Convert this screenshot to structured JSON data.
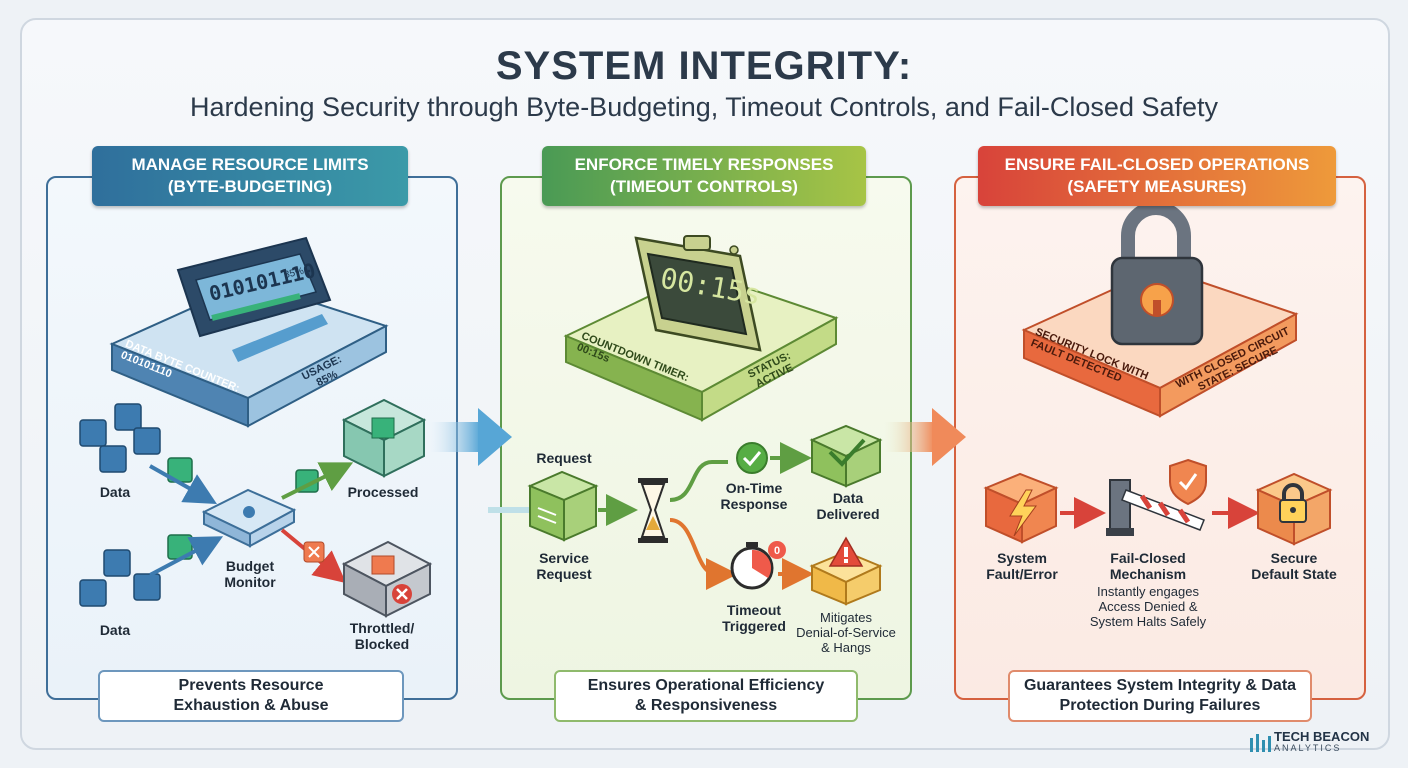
{
  "title": "SYSTEM INTEGRITY:",
  "subtitle": "Hardening Security through Byte-Budgeting, Timeout Controls, and Fail-Closed Safety",
  "colors": {
    "blue": "#2f6f9c",
    "green": "#4a9a55",
    "orange": "#d8433a"
  },
  "panels": {
    "resource": {
      "header_line1": "MANAGE RESOURCE LIMITS",
      "header_line2": "(BYTE-BUDGETING)",
      "device": {
        "counter": "010101110",
        "percent": "85%",
        "side_left_1": "DATA BYTE COUNTER:",
        "side_left_2": "010101110",
        "side_right_1": "USAGE:",
        "side_right_2": "85%"
      },
      "labels": {
        "data_top": "Data",
        "data_bottom": "Data",
        "monitor_1": "Budget",
        "monitor_2": "Monitor",
        "processed": "Processed",
        "throttled_1": "Throttled/",
        "throttled_2": "Blocked"
      },
      "footer_line1": "Prevents Resource",
      "footer_line2": "Exhaustion & Abuse"
    },
    "timeout": {
      "header_line1": "ENFORCE TIMELY RESPONSES",
      "header_line2": "(TIMEOUT CONTROLS)",
      "device": {
        "display": "00:15s",
        "side_left_1": "COUNTDOWN TIMER:",
        "side_left_2": "00:15s",
        "side_right_1": "STATUS:",
        "side_right_2": "ACTIVE"
      },
      "labels": {
        "request": "Request",
        "service_1": "Service",
        "service_2": "Request",
        "ontime_1": "On-Time",
        "ontime_2": "Response",
        "delivered_1": "Data",
        "delivered_2": "Delivered",
        "timeout_1": "Timeout",
        "timeout_2": "Triggered",
        "mitigates_1": "Mitigates",
        "mitigates_2": "Denial-of-Service",
        "mitigates_3": "& Hangs",
        "badge": "0"
      },
      "footer_line1": "Ensures Operational Efficiency",
      "footer_line2": "& Responsiveness"
    },
    "failclosed": {
      "header_line1": "ENSURE FAIL-CLOSED OPERATIONS",
      "header_line2": "(SAFETY MEASURES)",
      "device": {
        "side_left_1": "SECURITY LOCK WITH",
        "side_left_2": "FAULT DETECTED",
        "side_right_1": "WITH CLOSED CIRCUIT",
        "side_right_2": "STATE: SECURE"
      },
      "labels": {
        "fault_1": "System",
        "fault_2": "Fault/Error",
        "mech_1": "Fail-Closed",
        "mech_2": "Mechanism",
        "mech_3": "Instantly engages",
        "mech_4": "Access Denied &",
        "mech_5": "System Halts Safely",
        "secure_1": "Secure",
        "secure_2": "Default State"
      },
      "footer_line1": "Guarantees System Integrity & Data",
      "footer_line2": "Protection During Failures"
    }
  },
  "logo": {
    "name": "TECH BEACON",
    "sub": "ANALYTICS"
  }
}
